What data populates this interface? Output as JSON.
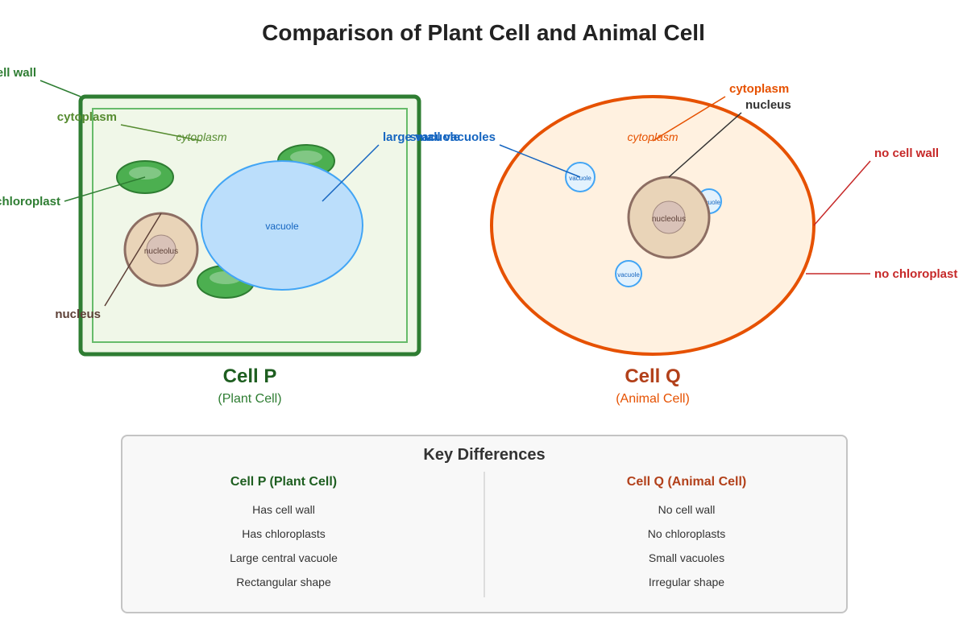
{
  "title": "Comparison of Plant Cell and Animal Cell",
  "plant_cell": {
    "name": "Cell P",
    "subtitle": "(Plant Cell)",
    "labels": {
      "cell_wall": "cell wall",
      "cytoplasm": "cytoplasm",
      "chloroplast": "chloroplast",
      "nucleus": "nucleus",
      "large_vacuole": "large vacuole"
    },
    "inner": {
      "cytoplasm": "cytoplasm",
      "vacuole": "vacuole",
      "nucleolus": "nucleolus"
    }
  },
  "animal_cell": {
    "name": "Cell Q",
    "subtitle": "(Animal Cell)",
    "labels": {
      "cytoplasm": "cytoplasm",
      "nucleus": "nucleus",
      "small_vacuoles": "small vacuoles",
      "no_cell_wall": "no cell wall",
      "no_chloroplast": "no chloroplast"
    },
    "inner": {
      "cytoplasm": "cytoplasm",
      "nucleolus": "nucleolus",
      "vacuole_1": "vacuole",
      "vacuole_2": "vacuole",
      "vacuole_3": "vacuole"
    }
  },
  "key_differences": {
    "title": "Key Differences",
    "plant_heading": "Cell P (Plant Cell)",
    "animal_heading": "Cell Q (Animal Cell)",
    "plant_items": [
      "Has cell wall",
      "Has chloroplasts",
      "Large central vacuole",
      "Rectangular shape"
    ],
    "animal_items": [
      "No cell wall",
      "No chloroplasts",
      "Small vacuoles",
      "Irregular shape"
    ]
  },
  "colors": {
    "plant_wall": "#2e7d32",
    "plant_fill": "#eef7e6",
    "chloroplast": "#4caf50",
    "vacuole_fill": "#bbdefb",
    "vacuole_stroke": "#42a5f5",
    "nucleus_fill": "#e9d4b8",
    "nucleus_stroke": "#8d6e63",
    "animal_stroke": "#e65100",
    "animal_fill": "#fff1e0",
    "absent_label": "#c62828"
  }
}
